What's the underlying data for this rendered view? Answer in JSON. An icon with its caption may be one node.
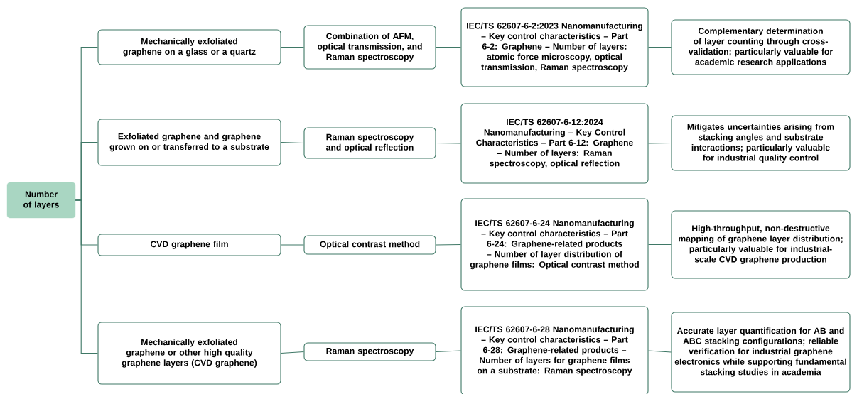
{
  "diagram": {
    "nodes": [
      {
        "text": [
          "Number of layers"
        ]
      },
      {
        "text": [
          "Mechanically exfoliated graphene on a glass or a quartz"
        ]
      },
      {
        "text": [
          "Combination of AFM, optical transmission, and Raman spectroscopy"
        ]
      },
      {
        "text": [
          "IEC/TS 62607-6-2:2023 Nanomanufacturing – Key control characteristics – Part 6-2: Graphene – Number of layers: atomic force microscopy, optical transmission, Raman spectroscopy"
        ]
      },
      {
        "text": [
          "Complementary determination of layer counting through cross-validation; particularly valuable for academic research applications"
        ]
      },
      {
        "text": [
          "Exfoliated graphene and graphene grown on or transferred to a substrate"
        ]
      },
      {
        "text": [
          "Raman spectroscopy and optical reflection"
        ]
      },
      {
        "text": [
          "IEC/TS 62607-6-12:2024 Nanomanufacturing – Key Control Characteristics – Part 6-12: Graphene – Number of layers: Raman spectroscopy, optical reflection"
        ]
      },
      {
        "text": [
          "Mitigates uncertainties arising from stacking angles and substrate interactions; particularly valuable for industrial quality control"
        ]
      },
      {
        "text": [
          "CVD graphene film"
        ]
      },
      {
        "text": [
          "Optical contrast method"
        ]
      },
      {
        "text": [
          "IEC/TS 62607-6-24 Nanomanufacturing – Key control characteristics – Part 6-24: Graphene-related products – Number of layer distribution of graphene films: Optical contrast method"
        ]
      },
      {
        "text": [
          "High-throughput, non-destructive mapping of graphene layer distribution; particularly valuable for industrial-scale CVD graphene production"
        ]
      },
      {
        "text": [
          "Mechanically exfoliated graphene or other high quality graphene layers  (CVD graphene)"
        ]
      },
      {
        "text": [
          "Raman spectroscopy"
        ]
      },
      {
        "text": [
          "IEC/TS 62607-6-28 Nanomanufacturing – Key control characteristics – Part 6-28: Graphene-related products – Number of layers for graphene films on a substrate: Raman spectroscopy"
        ]
      },
      {
        "text": [
          "Accurate layer quantification for AB and ABC stacking configurations; reliable verification for industrial graphene electronics while supporting fundamental stacking studies in academia"
        ]
      }
    ],
    "edges": [
      {
        "from": 0,
        "to": 1,
        "arrow": "none"
      },
      {
        "from": 0,
        "to": 5,
        "arrow": "none"
      },
      {
        "from": 0,
        "to": 9,
        "arrow": "none"
      },
      {
        "from": 0,
        "to": 13,
        "arrow": "none"
      },
      {
        "from": 1,
        "to": 2,
        "arrow": "none"
      },
      {
        "from": 2,
        "to": 3,
        "arrow": "none"
      },
      {
        "from": 3,
        "to": 4,
        "arrow": "none"
      },
      {
        "from": 5,
        "to": 6,
        "arrow": "none"
      },
      {
        "from": 6,
        "to": 7,
        "arrow": "none"
      },
      {
        "from": 7,
        "to": 8,
        "arrow": "none"
      },
      {
        "from": 9,
        "to": 10,
        "arrow": "none"
      },
      {
        "from": 10,
        "to": 11,
        "arrow": "none"
      },
      {
        "from": 11,
        "to": 12,
        "arrow": "none"
      },
      {
        "from": 13,
        "to": 14,
        "arrow": "none"
      },
      {
        "from": 14,
        "to": 15,
        "arrow": "none"
      },
      {
        "from": 15,
        "to": 16,
        "arrow": "none"
      }
    ]
  }
}
